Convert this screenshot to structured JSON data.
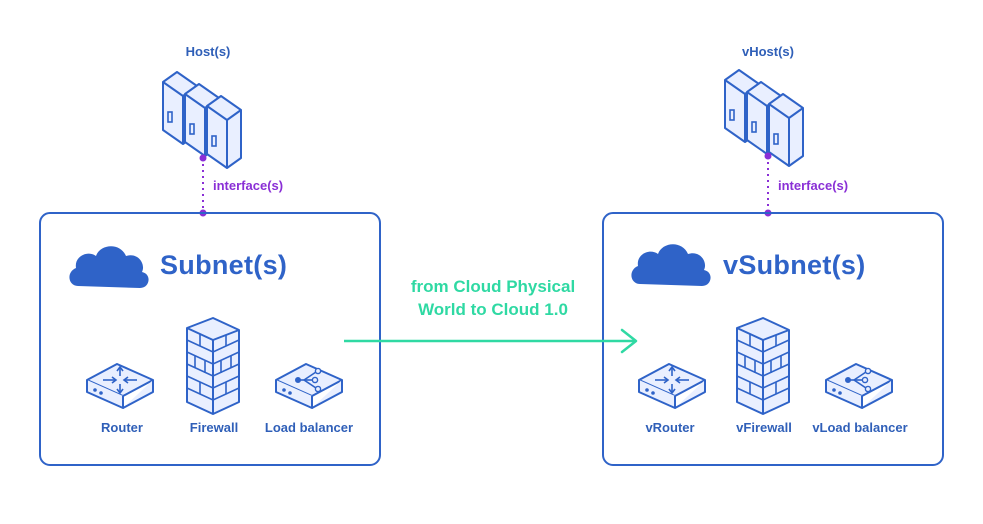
{
  "colors": {
    "blue_outline": "#2f63c8",
    "icon_fill": "#e9efff",
    "cloud_fill": "#2f63c8",
    "interface_purple": "#8a2fd6",
    "transition_green": "#2fd9a3"
  },
  "left": {
    "host_label": "Host(s)",
    "interface_label": "interface(s)",
    "subnet_title": "Subnet(s)",
    "devices": [
      {
        "icon": "router-icon",
        "label": "Router"
      },
      {
        "icon": "firewall-icon",
        "label": "Firewall"
      },
      {
        "icon": "load-balancer-icon",
        "label": "Load balancer"
      }
    ]
  },
  "right": {
    "host_label": "vHost(s)",
    "interface_label": "interface(s)",
    "subnet_title": "vSubnet(s)",
    "devices": [
      {
        "icon": "router-icon",
        "label": "vRouter"
      },
      {
        "icon": "firewall-icon",
        "label": "vFirewall"
      },
      {
        "icon": "load-balancer-icon",
        "label": "vLoad balancer"
      }
    ]
  },
  "transition": {
    "line1": "from Cloud Physical",
    "line2": "World to Cloud 1.0"
  }
}
